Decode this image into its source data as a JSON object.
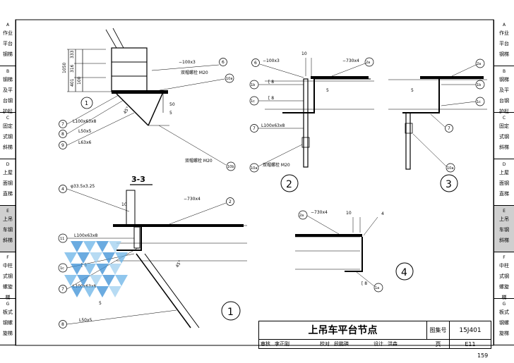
{
  "left_tabs": [
    {
      "letter": "A",
      "lines": [
        "作业",
        "平台",
        "钢梯"
      ]
    },
    {
      "letter": "B",
      "lines": [
        "钢梯",
        "及平",
        "台钢",
        "护栏"
      ]
    },
    {
      "letter": "C",
      "lines": [
        "固定",
        "式钢",
        "斜梯"
      ]
    },
    {
      "letter": "D",
      "lines": [
        "上屋",
        "面钢",
        "直梯"
      ]
    },
    {
      "letter": "E",
      "lines": [
        "上吊",
        "车钢",
        "斜梯"
      ],
      "active": true
    },
    {
      "letter": "F",
      "lines": [
        "中柱",
        "式钢",
        "螺旋",
        "梯"
      ]
    },
    {
      "letter": "G",
      "lines": [
        "板式",
        "钢螺",
        "旋梯"
      ]
    }
  ],
  "right_tabs": [
    {
      "letter": "A",
      "lines": [
        "作业",
        "平台",
        "钢梯"
      ]
    },
    {
      "letter": "B",
      "lines": [
        "钢梯",
        "及平",
        "台钢",
        "护栏"
      ]
    },
    {
      "letter": "C",
      "lines": [
        "固定",
        "式钢",
        "斜梯"
      ]
    },
    {
      "letter": "D",
      "lines": [
        "上屋",
        "面钢",
        "直梯"
      ]
    },
    {
      "letter": "E",
      "lines": [
        "上吊",
        "车钢",
        "斜梯"
      ],
      "active": true
    },
    {
      "letter": "F",
      "lines": [
        "中柱",
        "式钢",
        "螺旋",
        "梯"
      ]
    },
    {
      "letter": "G",
      "lines": [
        "板式",
        "钢螺",
        "旋梯"
      ]
    }
  ],
  "section_33": {
    "dims": [
      "1050",
      "401",
      "316",
      "333",
      "100",
      "50"
    ],
    "callouts": [
      {
        "num": "1",
        "text": ""
      },
      {
        "num": "7",
        "text": "L100x63x8"
      },
      {
        "num": "8",
        "text": "L50x5"
      },
      {
        "num": "9",
        "text": "L63x6"
      },
      {
        "num": "6",
        "text": "−100x3"
      },
      {
        "num": "10a",
        "text": "双帽螺栓 M20"
      },
      {
        "num": "10b",
        "text": "双帽螺栓 M20"
      }
    ],
    "angle": "45°",
    "weld": "5",
    "label": "3-3"
  },
  "detail2": {
    "callouts": [
      {
        "num": "6",
        "text": "−100x3"
      },
      {
        "num": "2a",
        "text": "−730x4"
      },
      {
        "num": "1b",
        "text": "[ 8"
      },
      {
        "num": "1c",
        "text": "[ 8"
      },
      {
        "num": "7",
        "text": "L100x63x8"
      },
      {
        "num": "10a",
        "text": "双帽螺栓 M20"
      }
    ],
    "dim": "10",
    "weld": "5",
    "label": "2"
  },
  "detail3": {
    "callouts": [
      {
        "num": "2a",
        "text": ""
      },
      {
        "num": "1b",
        "text": ""
      },
      {
        "num": "1c",
        "text": ""
      },
      {
        "num": "7",
        "text": ""
      },
      {
        "num": "10a",
        "text": ""
      }
    ],
    "weld": "5",
    "label": "3"
  },
  "detail1": {
    "callouts": [
      {
        "num": "4",
        "text": "φ33.5x3.25"
      },
      {
        "num": "2",
        "text": "−730x4"
      },
      {
        "num": "11",
        "text": "L100x63x8"
      },
      {
        "num": "1c",
        "text": "[ 8"
      },
      {
        "num": "7",
        "text": "L100x63x8"
      },
      {
        "num": "8",
        "text": "L50x5"
      }
    ],
    "dim": "10",
    "weld": "5",
    "angle": "45°",
    "label": "1"
  },
  "detail4": {
    "callouts": [
      {
        "num": "2a",
        "text": "−730x4"
      },
      {
        "num": "1a",
        "text": "[ 8"
      }
    ],
    "dim": "10",
    "weld": "4",
    "label": "4"
  },
  "title_block": {
    "title": "上吊车平台节点",
    "atlas_label": "图集号",
    "atlas_no": "15J401",
    "page_label": "页",
    "page_no": "E11",
    "review": "审核",
    "reviewer": "李正刚",
    "check": "校对",
    "checker": "段鹏瑛",
    "design": "设计",
    "designer": "洪森"
  },
  "page_number": "159"
}
